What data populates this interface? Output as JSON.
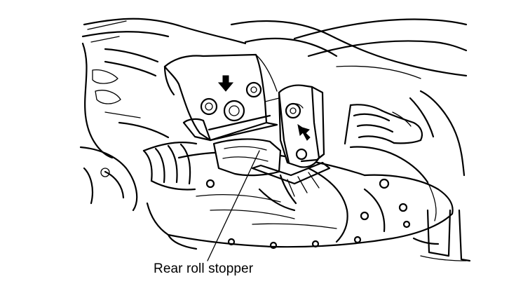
{
  "diagram": {
    "callouts": [
      {
        "id": "rear-roll-stopper",
        "label": "Rear roll stopper"
      }
    ],
    "arrow_count": 2,
    "colors": {
      "ink": "#000000",
      "paper": "#ffffff"
    }
  }
}
